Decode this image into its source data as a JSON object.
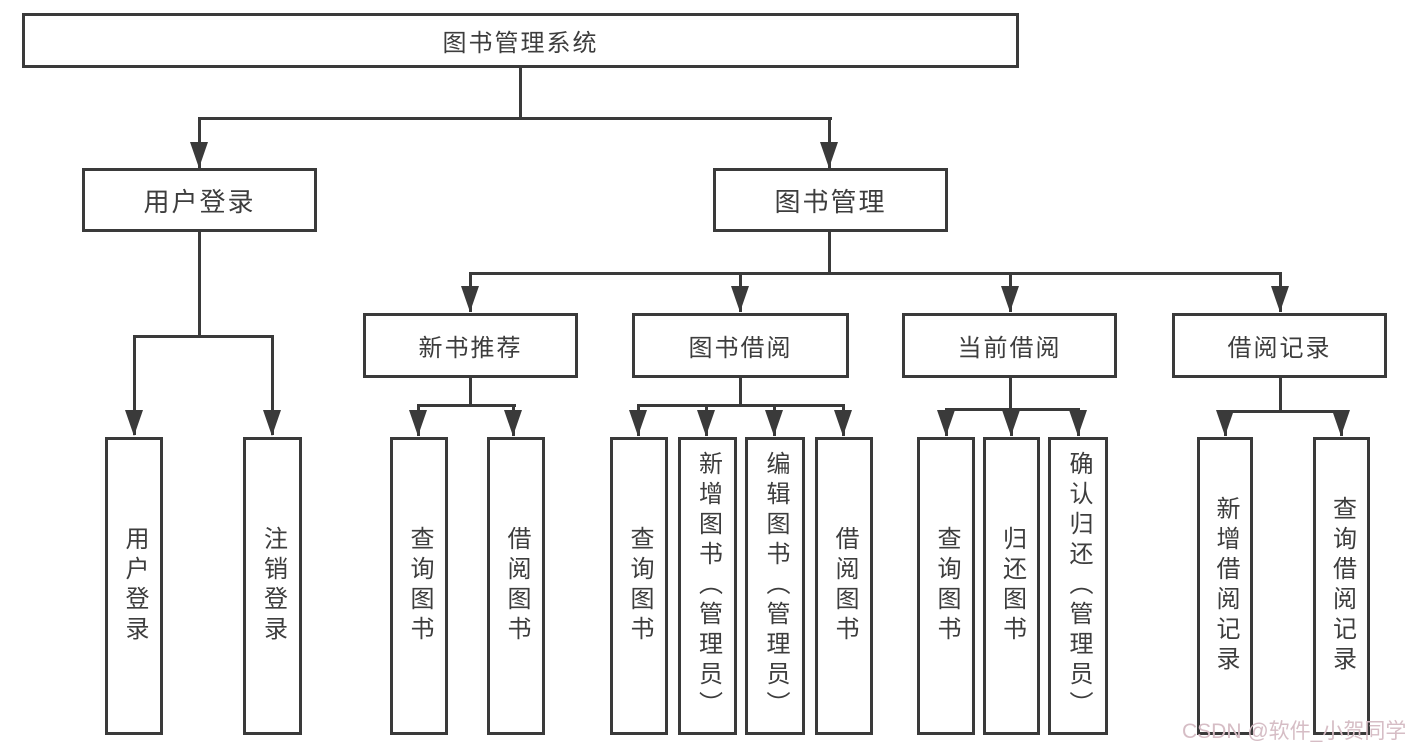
{
  "colors": {
    "line": "#3a3a3a",
    "box-border": "#3a3a3a",
    "text": "#3d3d3d",
    "background": "#ffffff",
    "watermark": "#d6bdc5"
  },
  "diagram": {
    "root": {
      "label": "图书管理系统"
    },
    "level2": [
      {
        "label": "用户登录"
      },
      {
        "label": "图书管理"
      }
    ],
    "level3": [
      {
        "label": "新书推荐"
      },
      {
        "label": "图书借阅"
      },
      {
        "label": "当前借阅"
      },
      {
        "label": "借阅记录"
      }
    ],
    "leaves": [
      {
        "label": "用户登录"
      },
      {
        "label": "注销登录"
      },
      {
        "label": "查询图书"
      },
      {
        "label": "借阅图书"
      },
      {
        "label": "查询图书"
      },
      {
        "label": "新增图书（管理员）"
      },
      {
        "label": "编辑图书（管理员）"
      },
      {
        "label": "借阅图书"
      },
      {
        "label": "查询图书"
      },
      {
        "label": "归还图书"
      },
      {
        "label": "确认归还（管理员）"
      },
      {
        "label": "新增借阅记录"
      },
      {
        "label": "查询借阅记录"
      }
    ]
  },
  "watermark": {
    "text": "CSDN @软件_小贺同学"
  }
}
